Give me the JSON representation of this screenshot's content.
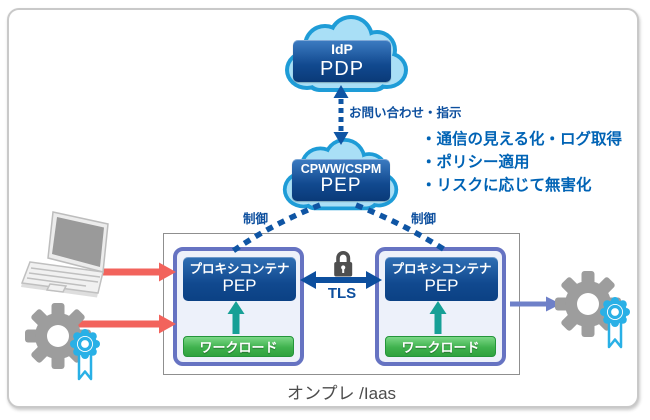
{
  "idp_cloud": {
    "line1": "IdP",
    "line2": "PDP"
  },
  "pep_cloud": {
    "line1": "CPWW/CSPM",
    "line2": "PEP"
  },
  "query_label": "お問い合わせ・指示",
  "control": {
    "left": "制御",
    "right": "制御"
  },
  "features": [
    "・通信の見える化・ログ取得",
    "・ポリシー適用",
    "・リスクに応じて無害化"
  ],
  "tls_label": "TLS",
  "left_node": {
    "title": "プロキシコンテナ",
    "subtitle": "PEP",
    "workload": "ワークロード"
  },
  "right_node": {
    "title": "プロキシコンテナ",
    "subtitle": "PEP",
    "workload": "ワークロード"
  },
  "zone_label": "オンプレ /Iaas",
  "icons": {
    "laptop": "laptop-icon",
    "client_gear": "gear-certificate-icon",
    "server_gear": "gear-certificate-icon",
    "lock": "padlock-icon"
  },
  "colors": {
    "dark_blue": "#0f55a4",
    "feature_text_blue": "#0063b5",
    "red_arrow": "#f2635c",
    "teal_arrow": "#17a096",
    "purple_arrow": "#6e80c8",
    "cloud_fill": "#a9dff6",
    "cloud_stroke": "#1e9cd7",
    "container_border": "#6673c2",
    "green_box": "#2fa23e",
    "gear_gray": "#9d9d9d",
    "badge_cyan": "#29b0e6"
  }
}
